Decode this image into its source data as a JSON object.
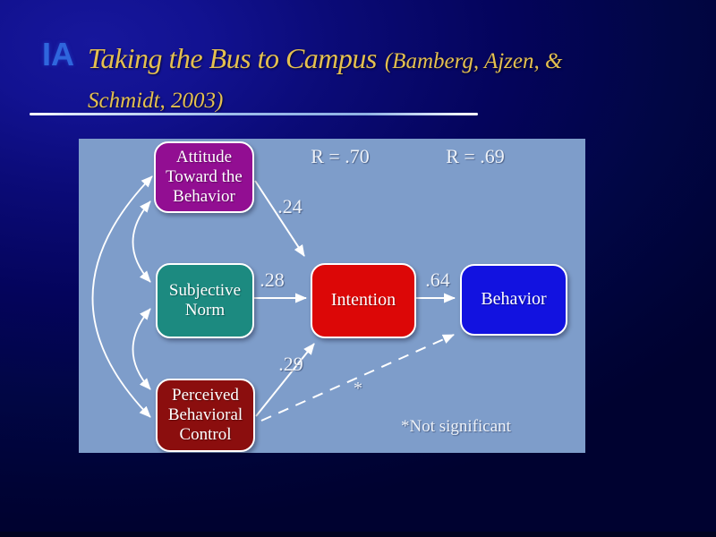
{
  "slide": {
    "logo": "IA",
    "title": {
      "main": "Taking the Bus to Campus",
      "citation_line1": "(Bamberg, Ajzen, &",
      "citation_line2": "Schmidt, 2003)"
    }
  },
  "diagram": {
    "stats": {
      "r_intention": "R = .70",
      "r_behavior": "R = .69"
    },
    "boxes": {
      "attitude": {
        "label": "Attitude\nToward the\nBehavior",
        "color": "#920E92"
      },
      "subjective_norm": {
        "label": "Subjective\nNorm",
        "color": "#1C8A80"
      },
      "pbc": {
        "label": "Perceived\nBehavioral\nControl",
        "color": "#8B0E0E"
      },
      "intention": {
        "label": "Intention",
        "color": "#DC0707"
      },
      "behavior": {
        "label": "Behavior",
        "color": "#1212E0"
      }
    },
    "coefficients": {
      "attitude_intention": ".24",
      "sn_intention": ".28",
      "pbc_intention": ".29",
      "intention_behavior": ".64",
      "pbc_behavior_marker": "*"
    },
    "note": "*Not significant"
  },
  "colors": {
    "panel": "#7E9DCA",
    "logo": "#2F66DD",
    "title": "#E4C04F",
    "arrow": "#FFFFFF"
  }
}
